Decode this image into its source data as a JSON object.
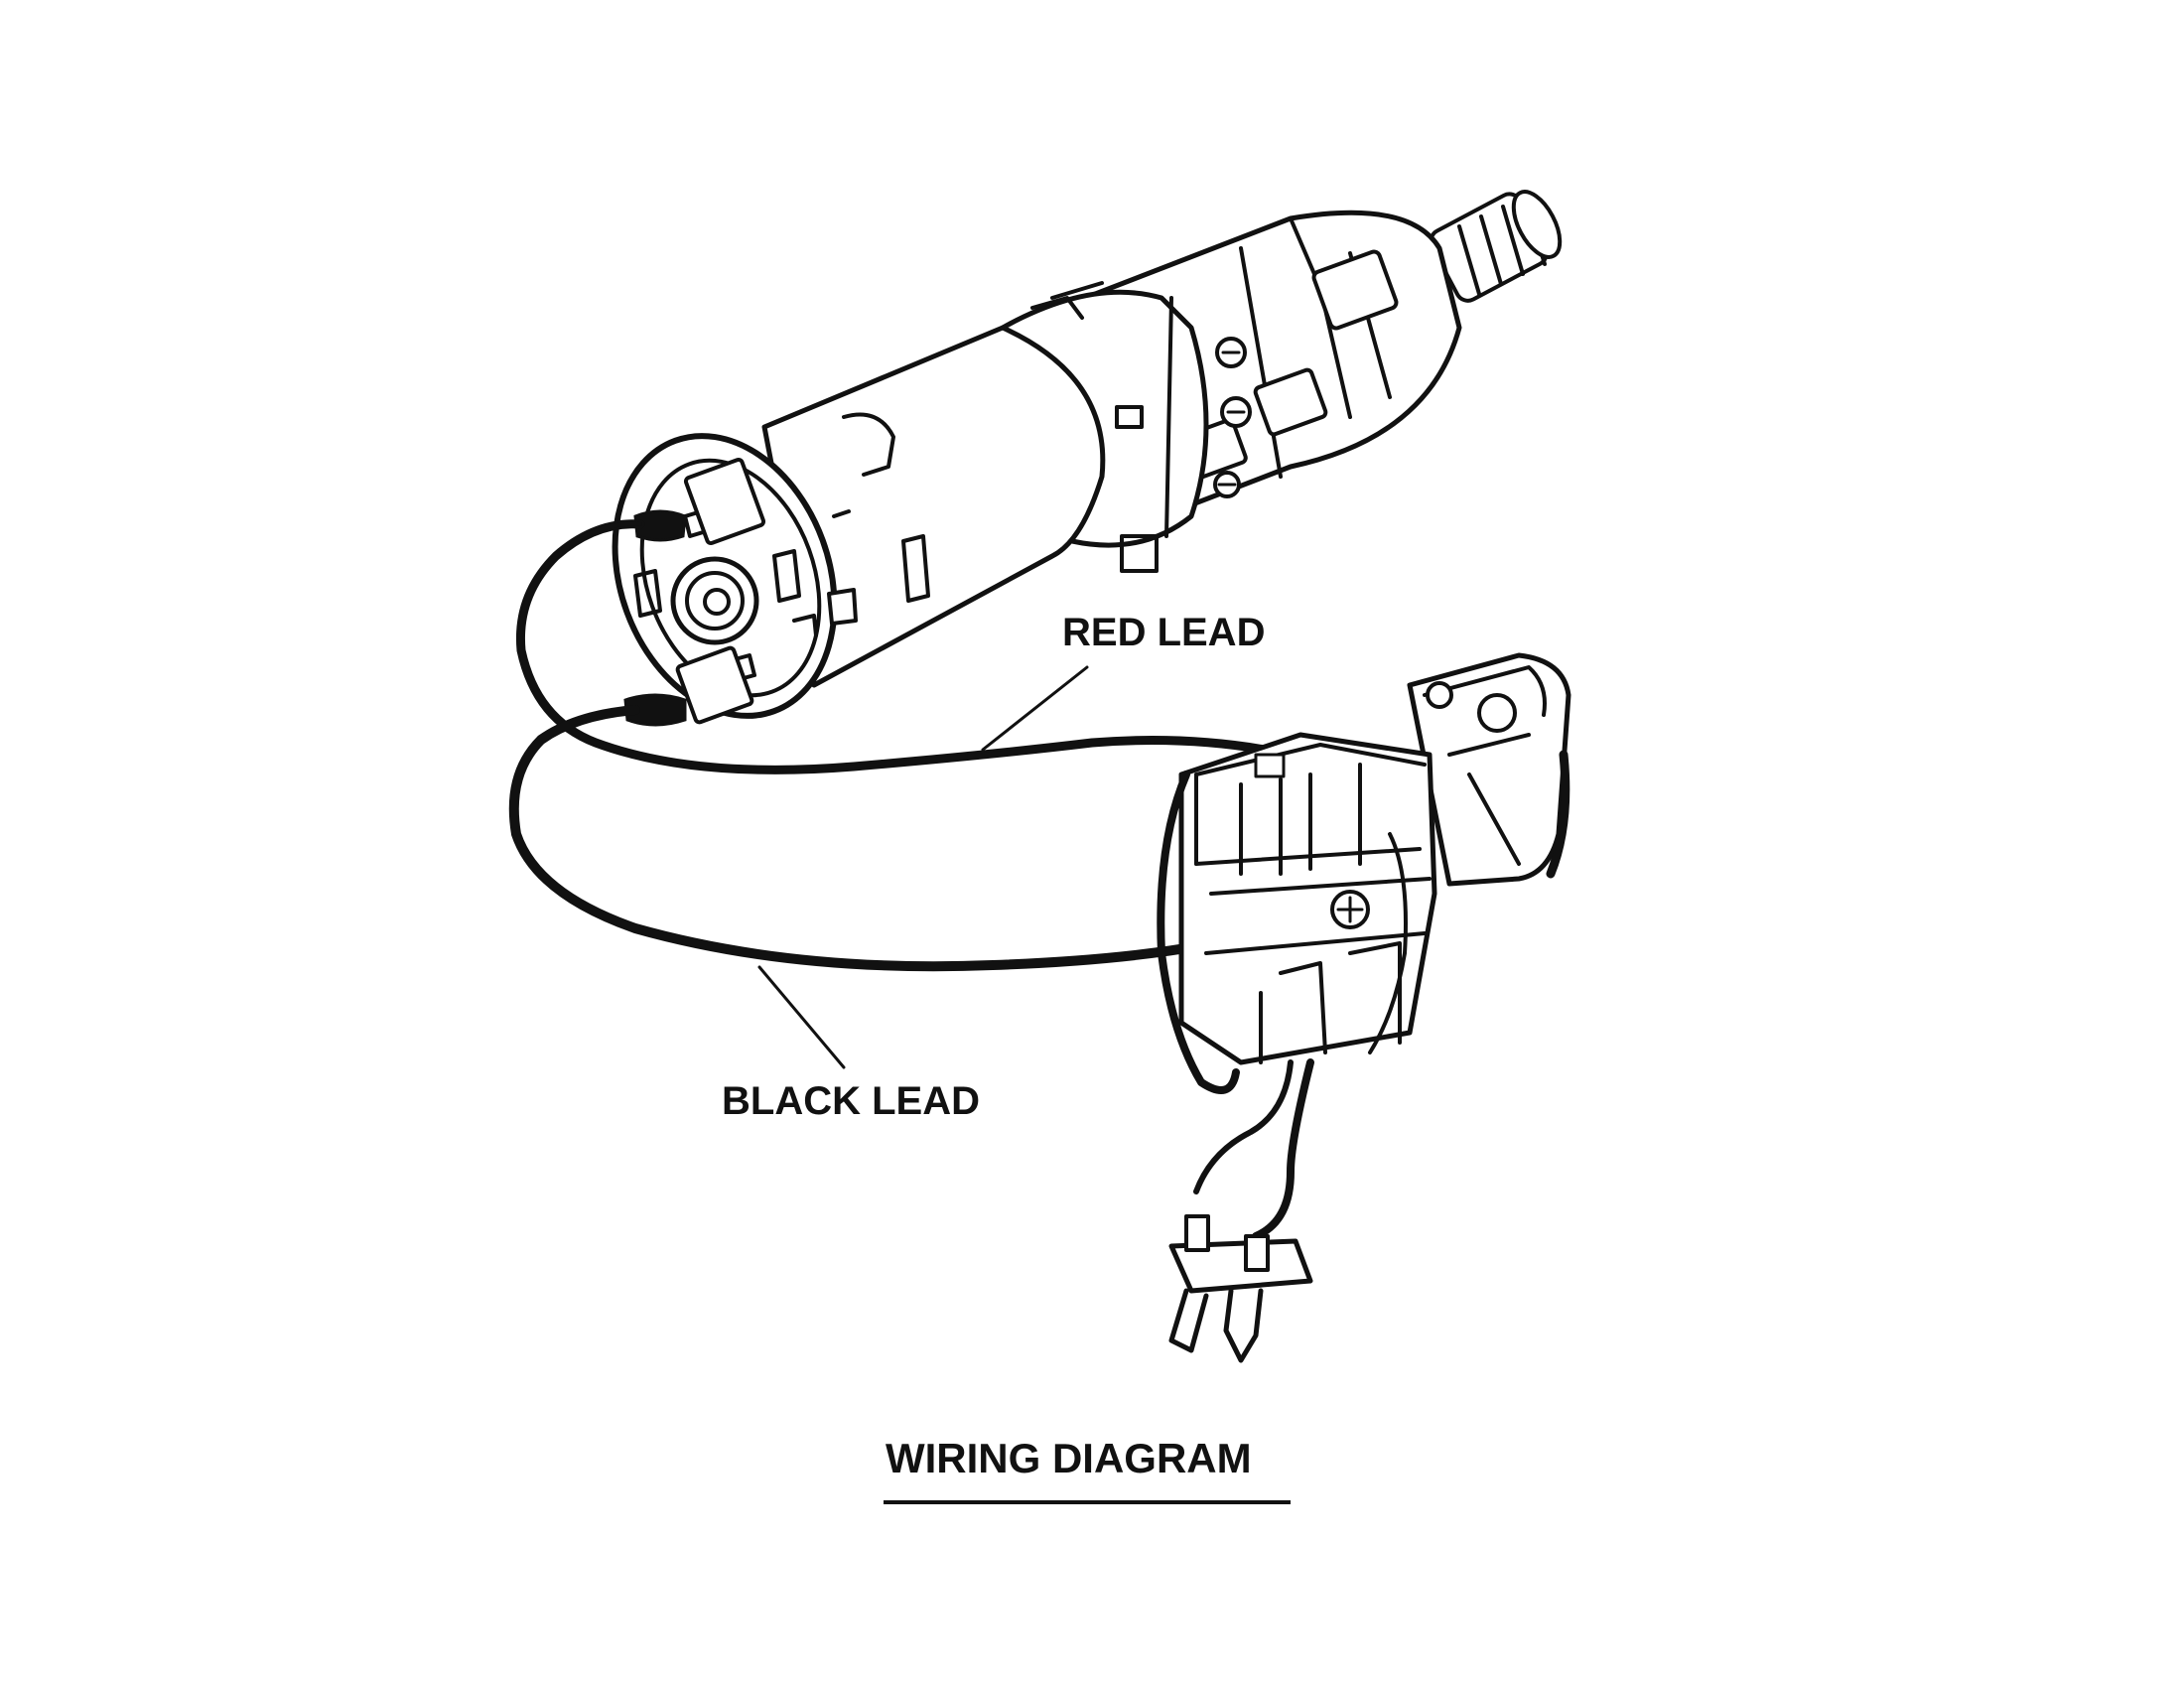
{
  "labels": {
    "red_lead": "RED LEAD",
    "black_lead": "BLACK LEAD",
    "title": "WIRING DIAGRAM"
  },
  "colors": {
    "ink": "#111111",
    "background": "#ffffff"
  }
}
